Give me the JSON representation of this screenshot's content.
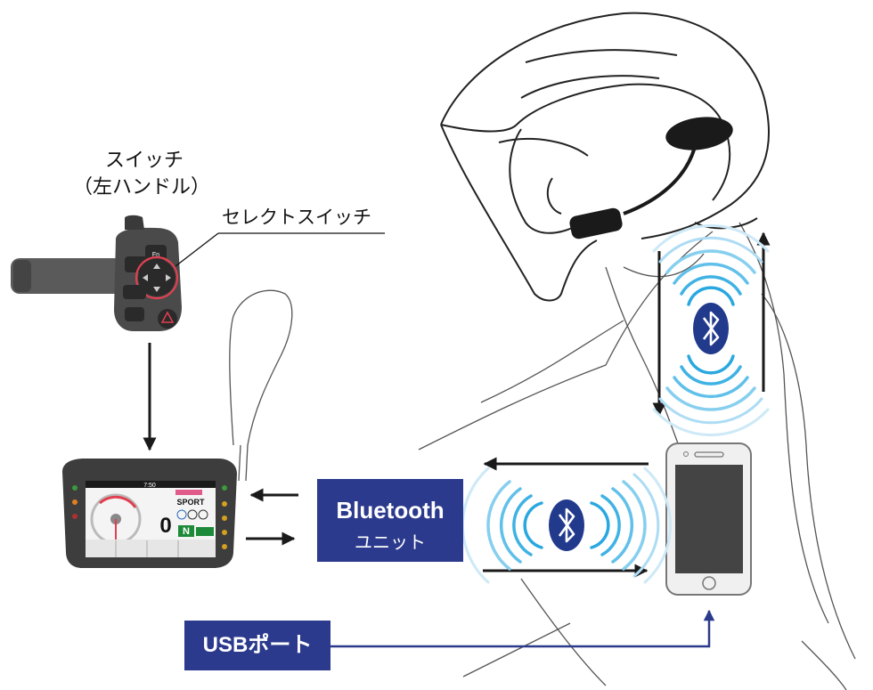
{
  "switch_label": {
    "line1": "スイッチ",
    "line2": "（左ハンドル）"
  },
  "select_switch_label": "セレクトスイッチ",
  "bluetooth_unit": {
    "title": "Bluetooth",
    "subtitle": "ユニット"
  },
  "usb_port_label": "USBポート",
  "meter_display": {
    "time": "7:50",
    "mode": "SPORT",
    "gear": "N",
    "speed": "0"
  },
  "colors": {
    "box_fill": "#2b3a8c",
    "bluetooth_badge": "#223a8c",
    "wave_blue": "#29a8e0",
    "arrow": "#1a1a1a",
    "usb_line": "#2b3a8c",
    "highlight_ring": "#e04050"
  }
}
